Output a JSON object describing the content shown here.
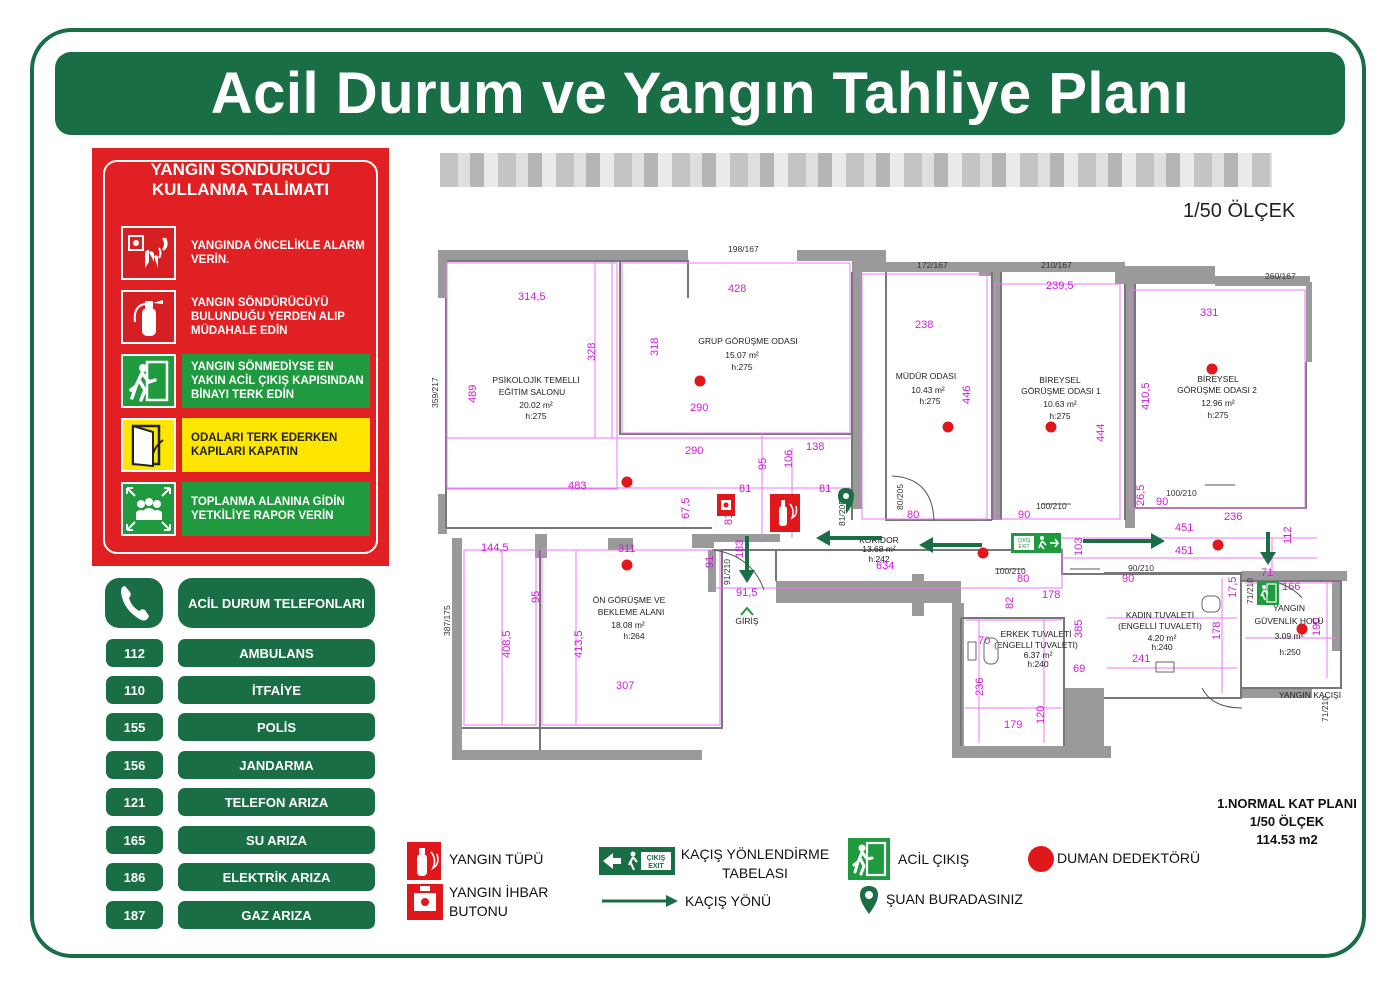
{
  "title": "Acil Durum ve Yangın Tahliye Planı",
  "scale_label": "1/50 ÖLÇEK",
  "instructions": {
    "title_line1": "YANGIN SÖNDÜRÜCÜ",
    "title_line2": "KULLANMA TALİMATI",
    "steps": [
      {
        "text": "YANGINDA ÖNCELİKLE ALARM VERİN.",
        "color": "#e02022"
      },
      {
        "text": "YANGIN SÖNDÜRÜCÜYÜ BULUNDUĞU YERDEN ALIP MÜDAHALE EDİN",
        "color": "#e02022"
      },
      {
        "text": "YANGIN SÖNMEDİYSE EN YAKIN ACİL ÇIKIŞ KAPISINDAN BİNAYI TERK EDİN",
        "color": "#1f9a3e"
      },
      {
        "text": "ODALARI TERK EDERKEN KAPILARI KAPATIN",
        "color": "#ffe600"
      },
      {
        "text": "TOPLANMA ALANINA GİDİN YETKİLİYE RAPOR VERİN",
        "color": "#1f9a3e"
      }
    ]
  },
  "phones": {
    "header": "ACİL DURUM TELEFONLARI",
    "items": [
      {
        "number": "112",
        "label": "AMBULANS"
      },
      {
        "number": "110",
        "label": "İTFAİYE"
      },
      {
        "number": "155",
        "label": "POLİS"
      },
      {
        "number": "156",
        "label": "JANDARMA"
      },
      {
        "number": "121",
        "label": "TELEFON ARIZA"
      },
      {
        "number": "165",
        "label": "SU ARIZA"
      },
      {
        "number": "186",
        "label": "ELEKTRİK ARIZA"
      },
      {
        "number": "187",
        "label": "GAZ ARIZA"
      }
    ]
  },
  "plan": {
    "rooms": [
      {
        "name1": "PSİKOLOJİK TEMELLİ",
        "name2": "EĞİTİM SALONU",
        "area": "20.02 m²",
        "height": "h:275"
      },
      {
        "name1": "GRUP GÖRÜŞME ODASI",
        "name2": "",
        "area": "15.07 m²",
        "height": "h:275"
      },
      {
        "name1": "MÜDÜR ODASI",
        "name2": "",
        "area": "10.43 m²",
        "height": "h:275"
      },
      {
        "name1": "BİREYSEL",
        "name2": "GÖRÜŞME ODASI 1",
        "area": "10.63 m²",
        "height": "h:275"
      },
      {
        "name1": "BİREYSEL",
        "name2": "GÖRÜŞME ODASI 2",
        "area": "12.96 m²",
        "height": "h:275"
      },
      {
        "name1": "KORİDOR",
        "name2": "",
        "area": "13.68 m²",
        "height": "h:242"
      },
      {
        "name1": "ÖN GÖRÜŞME VE",
        "name2": "BEKLEME ALANI",
        "area": "18.08 m²",
        "height": "h:264"
      },
      {
        "name1": "ERKEK TUVALETİ",
        "name2": "(ENGELLİ TUVALETİ)",
        "area": "6.37 m²",
        "height": "h:240"
      },
      {
        "name1": "KADIN TUVALETİ",
        "name2": "(ENGELLİ TUVALETİ)",
        "area": "4.20 m²",
        "height": "h:240"
      },
      {
        "name1": "YANGIN",
        "name2": "GÜVENLİK HOLÜ",
        "area": "3.09 m²",
        "height": "h:250"
      }
    ],
    "door_labels": [
      "198/167",
      "172/167",
      "210/167",
      "260/167",
      "359/217",
      "387/175",
      "100/210",
      "100/210",
      "100/210",
      "90/210",
      "91/210",
      "80/205",
      "81/205",
      "71/210",
      "71/210"
    ],
    "dims": [
      "314,5",
      "428",
      "238",
      "239,5",
      "331",
      "328",
      "318",
      "489",
      "446",
      "410,5",
      "444",
      "290",
      "290",
      "138",
      "483",
      "81",
      "81",
      "95",
      "106",
      "67,5",
      "81",
      "183",
      "144,5",
      "311",
      "91",
      "91,5",
      "95",
      "408,5",
      "413,5",
      "307",
      "634",
      "80",
      "90",
      "80",
      "90",
      "90",
      "103",
      "451",
      "451",
      "236",
      "112",
      "71",
      "166",
      "17,5",
      "178",
      "82",
      "70",
      "385",
      "69",
      "236",
      "179",
      "120",
      "241",
      "178",
      "26,5",
      "90",
      "190"
    ],
    "giris": "GİRİŞ",
    "yangin_kacisi": "YANGIN KAÇIŞI",
    "exit_sign_line1": "ÇIKIŞ",
    "exit_sign_line2": "EXIT"
  },
  "info": {
    "line1": "1.NORMAL KAT PLANI",
    "line2": "1/50 ÖLÇEK",
    "line3": "114.53 m2"
  },
  "legend": {
    "fire_ext": "YANGIN TÜPÜ",
    "alarm_line1": "YANGIN İHBAR",
    "alarm_line2": "BUTONU",
    "sign_line1": "KAÇIŞ YÖNLENDİRME",
    "sign_line2": "TABELASI",
    "direction": "KAÇIŞ YÖNÜ",
    "exit": "ACİL ÇIKIŞ",
    "here": "ŞUAN BURADASINIZ",
    "smoke": "DUMAN DEDEKTÖRÜ"
  }
}
